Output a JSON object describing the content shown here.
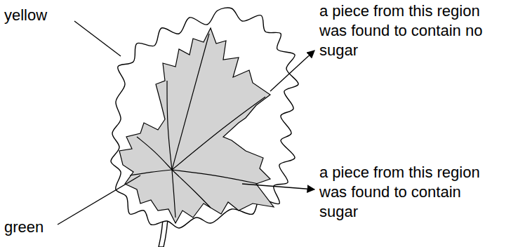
{
  "diagram": {
    "labels": [
      "yellow",
      "green",
      "a piece from this region was found to contain no sugar",
      "a piece from this region was found to contain sugar"
    ]
  }
}
